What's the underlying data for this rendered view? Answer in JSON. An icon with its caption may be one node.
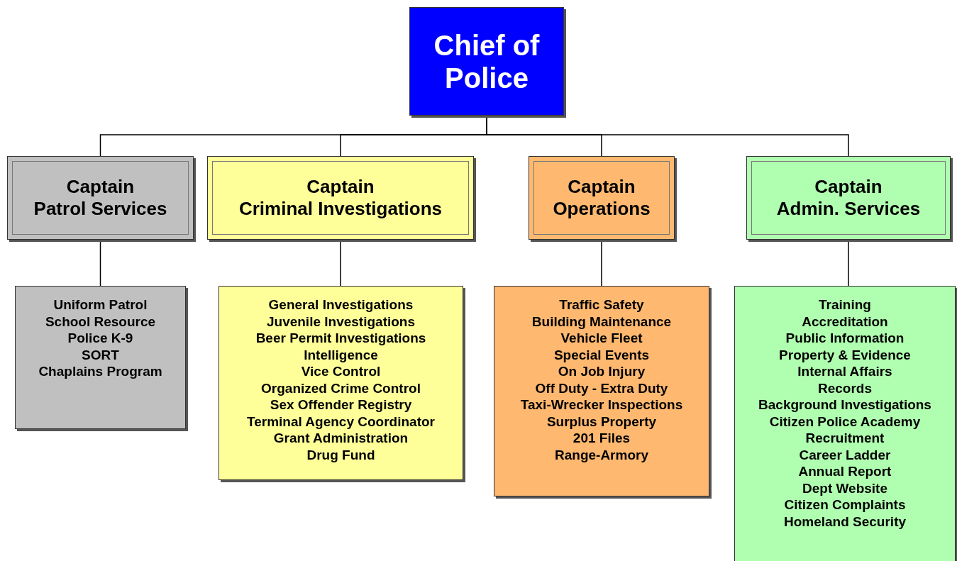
{
  "diagram": {
    "nodes": [
      {
        "text": [
          "Chief of Police"
        ]
      },
      {
        "text": [
          "Captain",
          "Patrol Services"
        ]
      },
      {
        "text": [
          "Captain",
          "Criminal Investigations"
        ]
      },
      {
        "text": [
          "Captain",
          "Operations"
        ]
      },
      {
        "text": [
          "Captain",
          "Admin. Services"
        ]
      },
      {
        "text": [
          "Uniform Patrol",
          "School Resource",
          "Police K-9",
          "SORT",
          "Chaplains Program"
        ]
      },
      {
        "text": [
          "General Investigations",
          "Juvenile Investigations",
          "Beer Permit Investigations",
          "Intelligence",
          "Vice Control",
          "Organized Crime Control",
          "Sex Offender Registry",
          "Terminal Agency Coordinator",
          "Grant Administration",
          "Drug Fund"
        ]
      },
      {
        "text": [
          "Traffic Safety",
          "Building Maintenance",
          "Vehicle Fleet",
          "Special Events",
          "On Job Injury",
          "Off Duty - Extra Duty",
          "Taxi-Wrecker Inspections",
          "Surplus Property",
          "201 Files",
          "Range-Armory"
        ]
      },
      {
        "text": [
          "Training",
          "Accreditation",
          "Public Information",
          "Property & Evidence",
          "Internal Affairs",
          "Records",
          "Background Investigations",
          "Citizen Police Academy",
          "Recruitment",
          "Career Ladder",
          "Annual Report",
          "Dept Website",
          "Citizen Complaints",
          "Homeland Security"
        ]
      }
    ],
    "edges": [
      {
        "from": 0,
        "to": 1,
        "arrow": "none"
      },
      {
        "from": 0,
        "to": 2,
        "arrow": "none"
      },
      {
        "from": 0,
        "to": 3,
        "arrow": "none"
      },
      {
        "from": 0,
        "to": 4,
        "arrow": "none"
      },
      {
        "from": 1,
        "to": 5,
        "arrow": "none"
      },
      {
        "from": 2,
        "to": 6,
        "arrow": "none"
      },
      {
        "from": 3,
        "to": 7,
        "arrow": "none"
      },
      {
        "from": 4,
        "to": 8,
        "arrow": "none"
      }
    ]
  }
}
